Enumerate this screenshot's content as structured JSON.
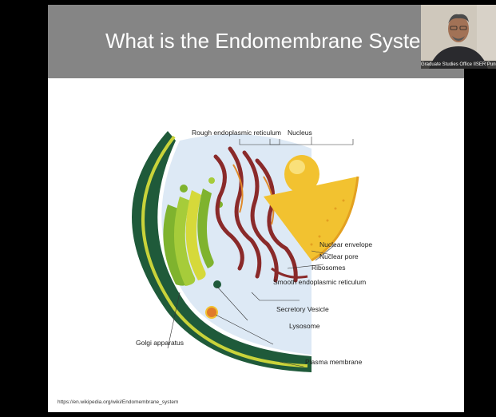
{
  "slide": {
    "title": "What is the Endomembrane System ??",
    "source_url": "https://en.wikipedia.org/wiki/Endomembrane_system"
  },
  "speaker": {
    "caption": "Graduate Studies Office IISER Pune"
  },
  "diagram": {
    "labels": {
      "rough_er": "Rough endoplasmic reticulum",
      "nucleus": "Nucleus",
      "nuclear_envelope": "Nuclear envelope",
      "nuclear_pore": "Nuclear pore",
      "ribosomes": "Ribosomes",
      "smooth_er": "Smooth endoplasmic reticulum",
      "secretory_vesicle": "Secretory Vesicle",
      "lysosome": "Lysosome",
      "golgi": "Golgi apparatus",
      "plasma_membrane": "Plasma membrane"
    }
  },
  "colors": {
    "header_bg": "#858585",
    "membrane_dark": "#1f5a3a",
    "cytoplasm": "#dde9f5",
    "nucleus_yellow": "#f2c230",
    "rough_er": "#8a2a2a",
    "golgi_green": "#7fb32e"
  }
}
